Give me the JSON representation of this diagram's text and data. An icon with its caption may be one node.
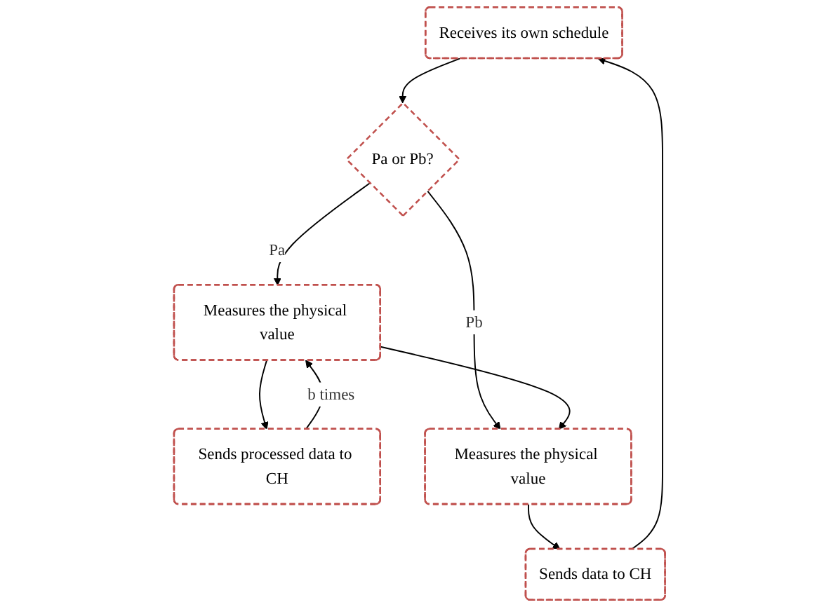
{
  "diagram": {
    "nodes": [
      {
        "text": [
          "Receives its own schedule"
        ]
      },
      {
        "text": [
          "Pa or Pb?"
        ]
      },
      {
        "text": [
          "Measures the physical value"
        ]
      },
      {
        "text": [
          "Sends processed data to CH"
        ]
      },
      {
        "text": [
          "Measures the physical value"
        ]
      },
      {
        "text": [
          "Sends data to CH"
        ]
      }
    ],
    "edges": [
      {
        "from": 0,
        "to": 1,
        "arrow": "to"
      },
      {
        "from": 1,
        "to": 2,
        "arrow": "to",
        "label": "Pa"
      },
      {
        "from": 1,
        "to": 4,
        "arrow": "to",
        "label": "Pb"
      },
      {
        "from": 2,
        "to": 3,
        "arrow": "to"
      },
      {
        "from": 3,
        "to": 2,
        "arrow": "to",
        "label": "b times"
      },
      {
        "from": 2,
        "to": 4,
        "arrow": "to"
      },
      {
        "from": 4,
        "to": 5,
        "arrow": "to"
      },
      {
        "from": 5,
        "to": 0,
        "arrow": "to"
      }
    ]
  }
}
